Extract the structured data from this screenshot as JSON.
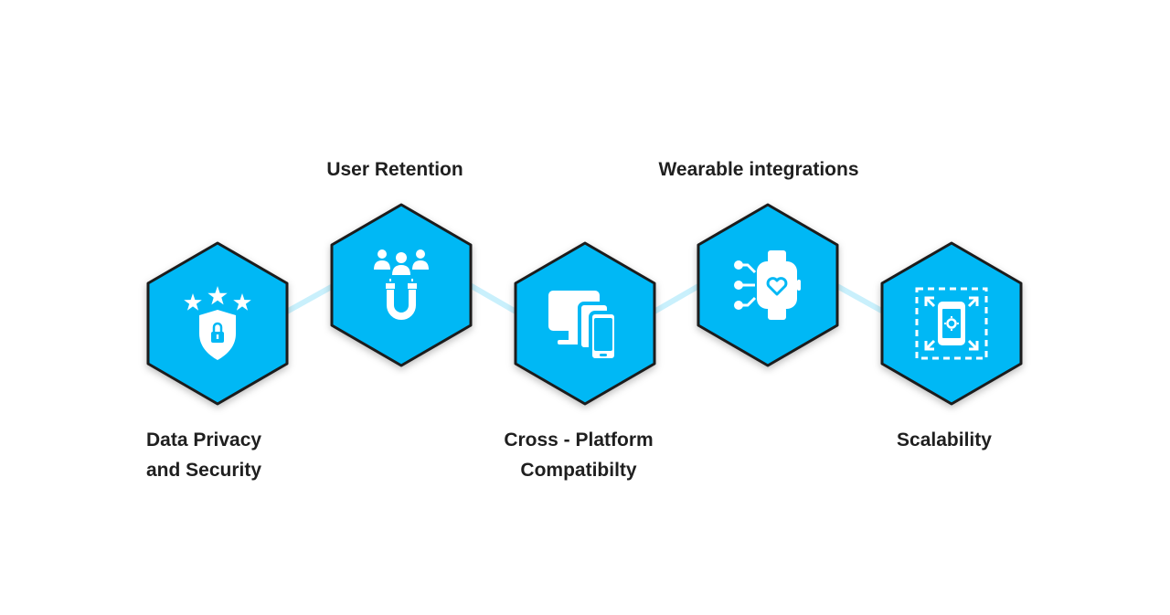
{
  "colors": {
    "hex_fill": "#00B8F5",
    "hex_stroke": "#1a1a1a",
    "connector": "#C9F0FC",
    "icon": "#ffffff",
    "text": "#1f1f1f"
  },
  "steps": [
    {
      "icon": "shield-stars-lock-icon",
      "label_lines": [
        "Data Privacy",
        "and Security"
      ]
    },
    {
      "icon": "users-magnet-icon",
      "label_lines": [
        "User Retention"
      ]
    },
    {
      "icon": "multi-device-icon",
      "label_lines": [
        "Cross - Platform",
        "Compatibilty"
      ]
    },
    {
      "icon": "smartwatch-heart-icon",
      "label_lines": [
        "Wearable integrations"
      ]
    },
    {
      "icon": "phone-expand-icon",
      "label_lines": [
        "Scalability"
      ]
    }
  ]
}
